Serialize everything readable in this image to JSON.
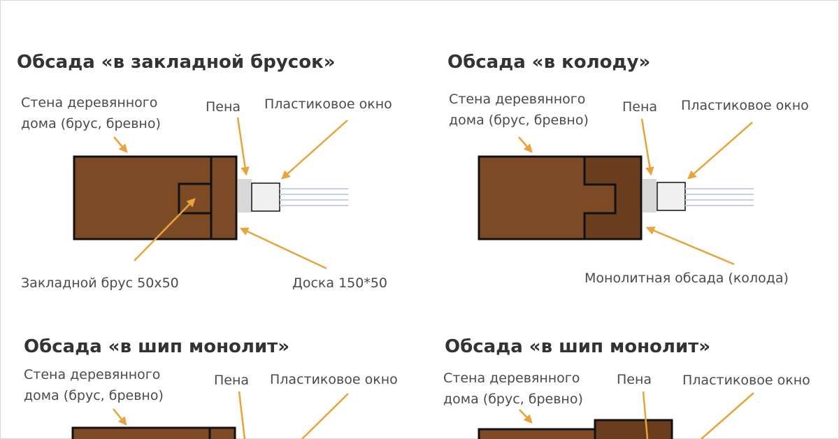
{
  "colors": {
    "wood": "#7d4a26",
    "wood_dark": "#6a3d1f",
    "outline": "#111111",
    "arrow": "#e8a33a",
    "window_frame": "#f0f0f0",
    "glass": "#c9cfe4",
    "foam": "#d8d8d8"
  },
  "panels": [
    {
      "title": "Обсада «в закладной брусок»",
      "wall_label_line1": "Стена деревянного",
      "wall_label_line2": "дома (брус, бревно)",
      "foam_label": "Пена",
      "window_label": "Пластиковое окно",
      "bottom_left_label": "Закладной брус 50х50",
      "bottom_right_label": "Доска 150*50"
    },
    {
      "title": "Обсада «в колоду»",
      "wall_label_line1": "Стена деревянного",
      "wall_label_line2": "дома (брус, бревно)",
      "foam_label": "Пена",
      "window_label": "Пластиковое окно",
      "bottom_label": "Монолитная обсада (колода)"
    },
    {
      "title": "Обсада «в шип монолит»",
      "wall_label_line1": "Стена деревянного",
      "wall_label_line2": "дома (брус, бревно)",
      "foam_label": "Пена",
      "window_label": "Пластиковое окно"
    },
    {
      "title": "Обсада «в шип монолит»",
      "wall_label_line1": "Стена деревянного",
      "wall_label_line2": "дома (брус, бревно)",
      "foam_label": "Пена",
      "window_label": "Пластиковое окно"
    }
  ]
}
